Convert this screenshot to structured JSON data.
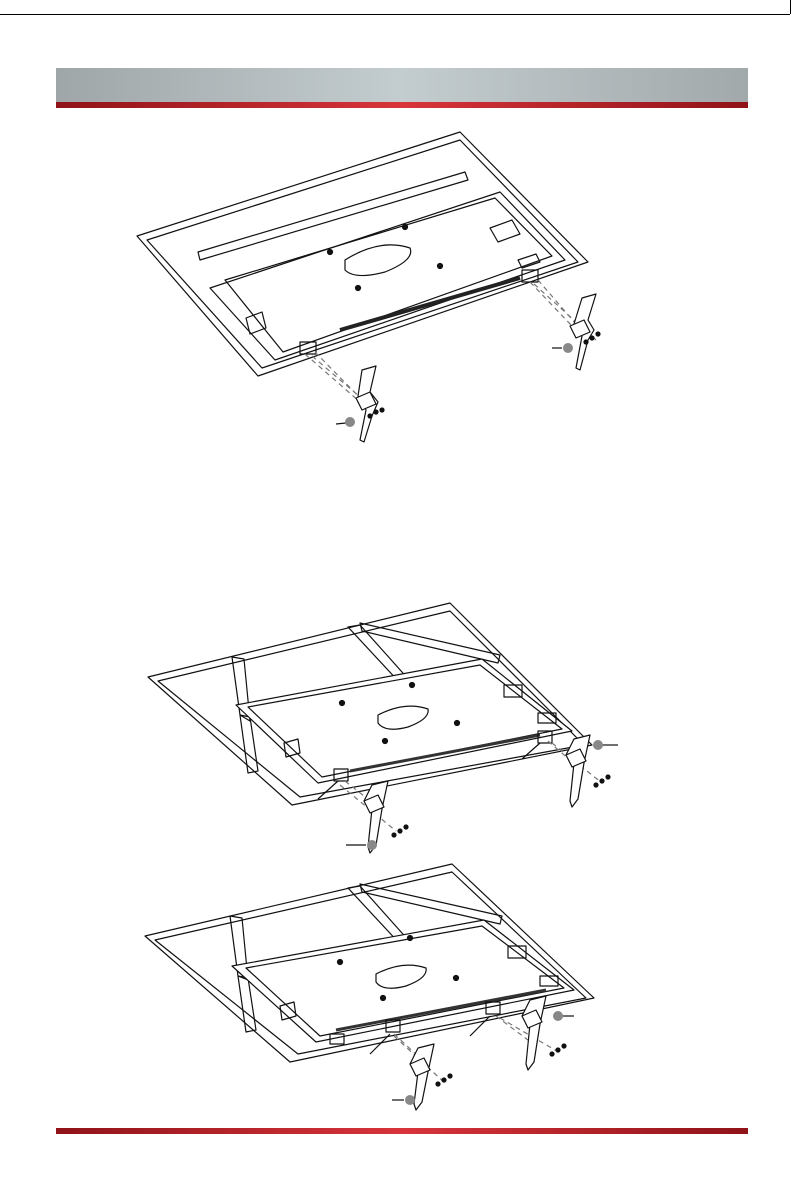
{
  "page": {
    "header_title": "",
    "accent_colors": {
      "header_gray": "#b7bfc2",
      "brand_red": "#c8242c"
    }
  },
  "figures": [
    {
      "name": "stand-installation-two-legs-outer"
    },
    {
      "name": "stand-installation-center-mount"
    },
    {
      "name": "stand-installation-inner-mount"
    }
  ]
}
